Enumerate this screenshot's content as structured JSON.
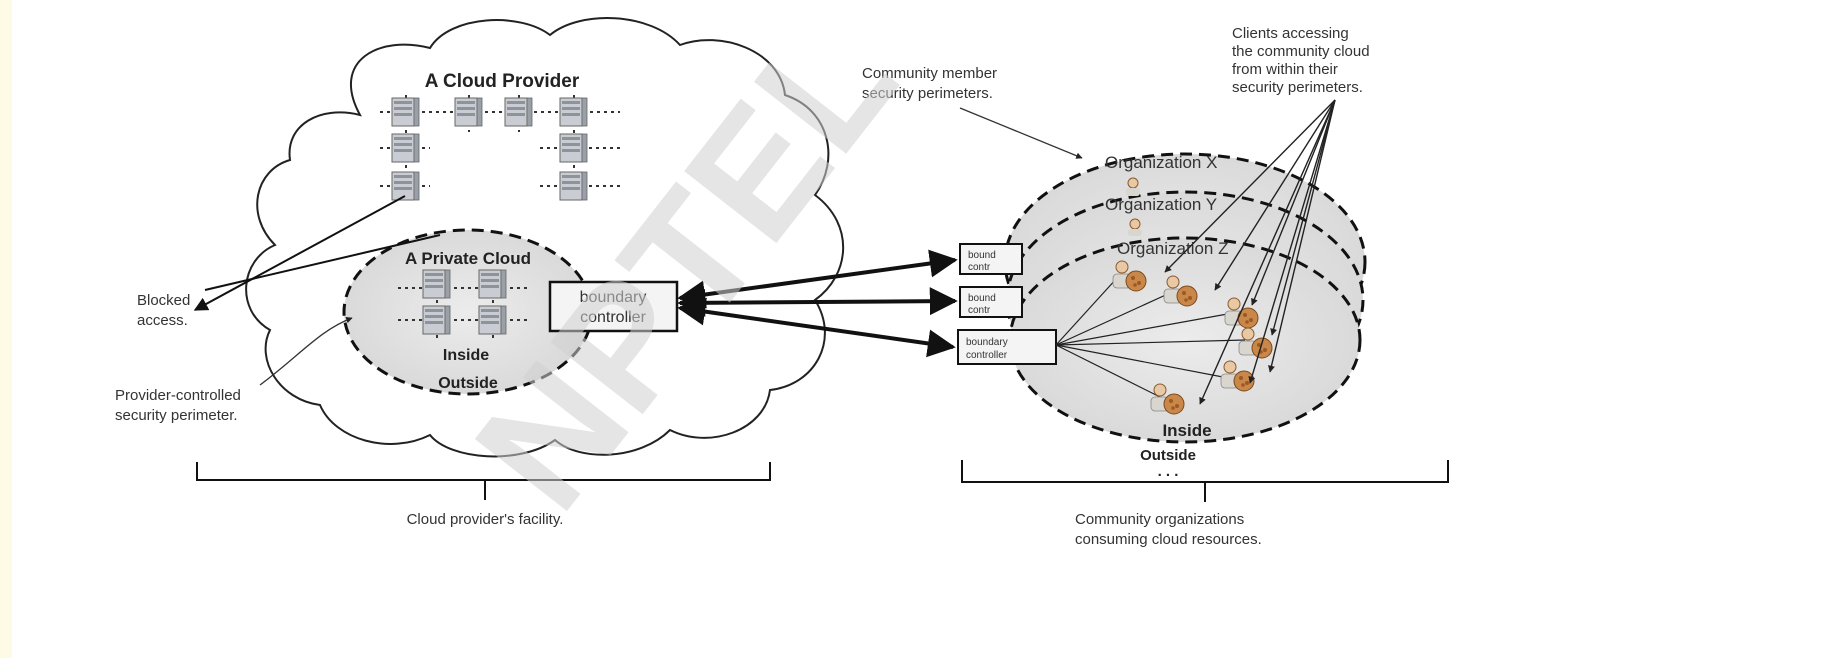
{
  "diagram": {
    "cloud_provider_title": "A Cloud Provider",
    "private_cloud_title": "A Private Cloud",
    "private_inside": "Inside",
    "private_outside": "Outside",
    "boundary_main": [
      "boundary",
      "controller"
    ],
    "boundary_small_1": [
      "bound",
      "contr"
    ],
    "boundary_small_2": [
      "bound",
      "contr"
    ],
    "boundary_small_3": [
      "boundary",
      "controller"
    ],
    "blocked_access": [
      "Blocked",
      "access."
    ],
    "provider_perimeter": [
      "Provider-controlled",
      "security perimeter."
    ],
    "facility_label": "Cloud provider's facility.",
    "member_perimeters": [
      "Community member",
      "security perimeters."
    ],
    "clients_label": [
      "Clients accessing",
      "the community cloud",
      "from within their",
      "security perimeters."
    ],
    "org_x": "Organization X",
    "org_y": "Organization Y",
    "org_z": "Organization Z",
    "community_inside": "Inside",
    "community_outside": "Outside",
    "ellipsis": ". . .",
    "community_label": [
      "Community organizations",
      "consuming cloud resources."
    ],
    "watermark": "NPTEL"
  }
}
